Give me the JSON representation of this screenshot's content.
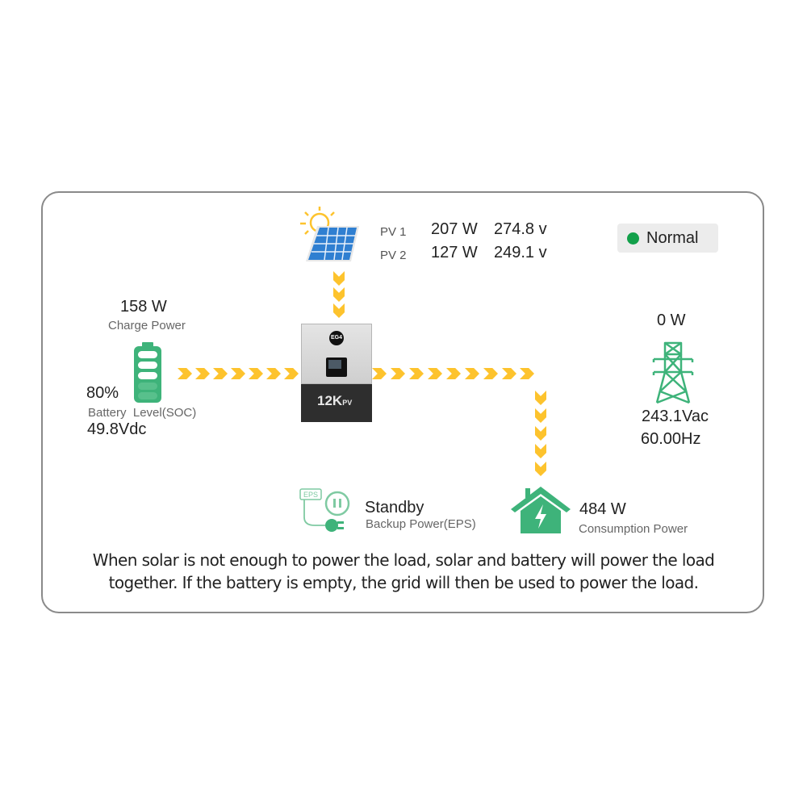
{
  "pv": {
    "rows": [
      {
        "label": "PV 1",
        "power": "207 W",
        "voltage": "274.8 v"
      },
      {
        "label": "PV 2",
        "power": "127 W",
        "voltage": "249.1 v"
      }
    ]
  },
  "status": {
    "label": "Normal",
    "color": "#12a04a"
  },
  "battery": {
    "charge_power": "158 W",
    "charge_label": "Charge Power",
    "soc": "80%",
    "soc_label": "Battery  Level(SOC)",
    "voltage": "49.8Vdc",
    "icon_color": "#3eb37a"
  },
  "inverter": {
    "brand": "EG4",
    "model": "12K",
    "model_suffix": "PV"
  },
  "grid": {
    "power": "0 W",
    "voltage": "243.1Vac",
    "frequency": "60.00Hz"
  },
  "eps": {
    "status": "Standby",
    "label": "Backup Power(EPS)",
    "badge": "EPS"
  },
  "load": {
    "power": "484 W",
    "label": "Consumption Power"
  },
  "caption": {
    "line1": "When solar is not enough to power the load, solar and battery will power the load",
    "line2": "together. If the battery is empty, the grid will then be used to power the load."
  },
  "colors": {
    "flow": "#fdc32d",
    "icon_green": "#3eb37a",
    "panel_border": "#8a8a8a"
  }
}
